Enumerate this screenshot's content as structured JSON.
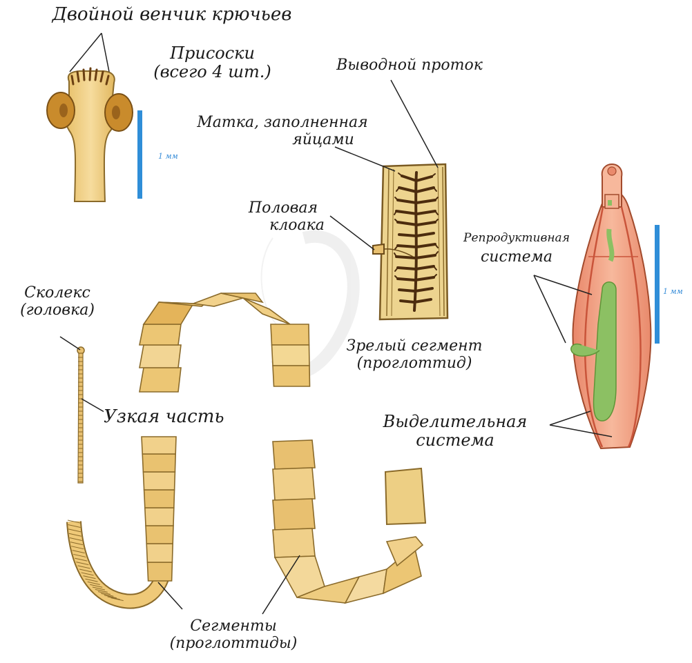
{
  "labels": {
    "hooks": "Двойной венчик крючьев",
    "suckers_line1": "Присоски",
    "suckers_line2": "(всего 4 шт.)",
    "duct": "Выводной проток",
    "uterus_line1": "Матка, заполненная",
    "uterus_line2": "яйцами",
    "cloaca_line1": "Половая",
    "cloaca_line2": "клоака",
    "reproductive_line1": "Репродуктивная",
    "reproductive_line2": "система",
    "scolex_line1": "Сколекс",
    "scolex_line2": "(головка)",
    "mature_line1": "Зрелый сегмент",
    "mature_line2": "(проглоттид)",
    "neck": "Узкая часть",
    "excretory_line1": "Выделительная",
    "excretory_line2": "система",
    "segments_line1": "Сегменты",
    "segments_line2": "(проглоттиды)"
  },
  "scale_bars": {
    "scolex": "1 мм",
    "whole_worm": "1 мм"
  },
  "colors": {
    "body_fill": "#e9c77a",
    "body_dark": "#c9962f",
    "outline": "#8a6a2a",
    "uterus": "#5a3512",
    "sucker": "#c88a2a",
    "reproductive": "#8cc063",
    "excretory": "#c9543a",
    "worm_pink": "#f1a88a",
    "scale_bar": "#2f8ed8"
  }
}
